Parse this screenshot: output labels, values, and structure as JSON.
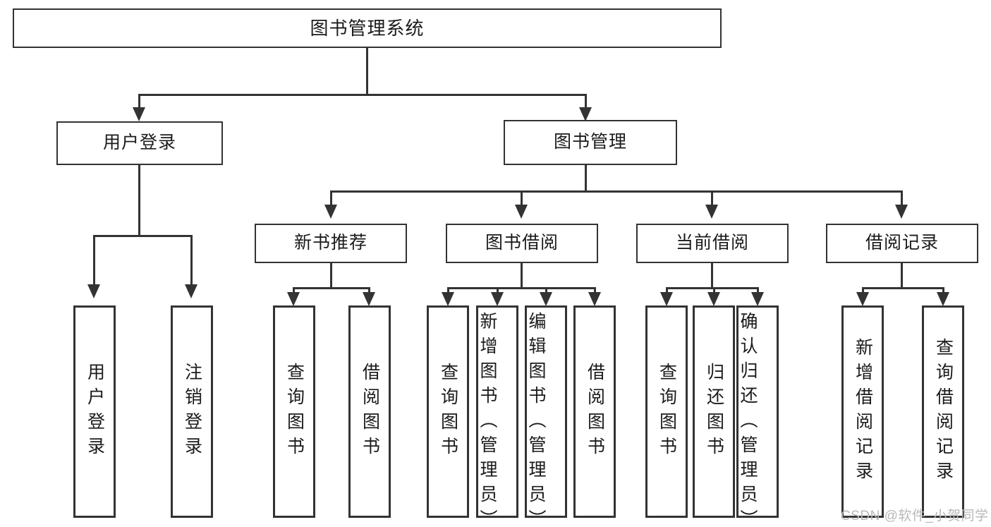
{
  "diagram": {
    "type": "tree",
    "title": "图书管理系统",
    "root": {
      "label": "图书管理系统"
    },
    "level2": [
      {
        "label": "用户登录"
      },
      {
        "label": "图书管理"
      }
    ],
    "level3": [
      {
        "label": "新书推荐"
      },
      {
        "label": "图书借阅"
      },
      {
        "label": "当前借阅"
      },
      {
        "label": "借阅记录"
      }
    ],
    "leaves": {
      "user_login": [
        {
          "label": "用户登录"
        },
        {
          "label": "注销登录"
        }
      ],
      "new_book_recommend": [
        {
          "label": "查询图书"
        },
        {
          "label": "借阅图书"
        }
      ],
      "book_borrow": [
        {
          "label": "查询图书"
        },
        {
          "label": "新增图书（管理员）"
        },
        {
          "label": "编辑图书（管理员）"
        },
        {
          "label": "借阅图书"
        }
      ],
      "current_borrow": [
        {
          "label": "查询图书"
        },
        {
          "label": "归还图书"
        },
        {
          "label": "确认归还（管理员）"
        }
      ],
      "borrow_record": [
        {
          "label": "新增借阅记录"
        },
        {
          "label": "查询借阅记录"
        }
      ]
    }
  },
  "watermark": {
    "text": "CSDN @软件_小贺同学"
  },
  "colors": {
    "stroke": "#333333",
    "text": "#1b1b1b",
    "background": "#ffffff",
    "watermark": "#b8b8b8"
  }
}
